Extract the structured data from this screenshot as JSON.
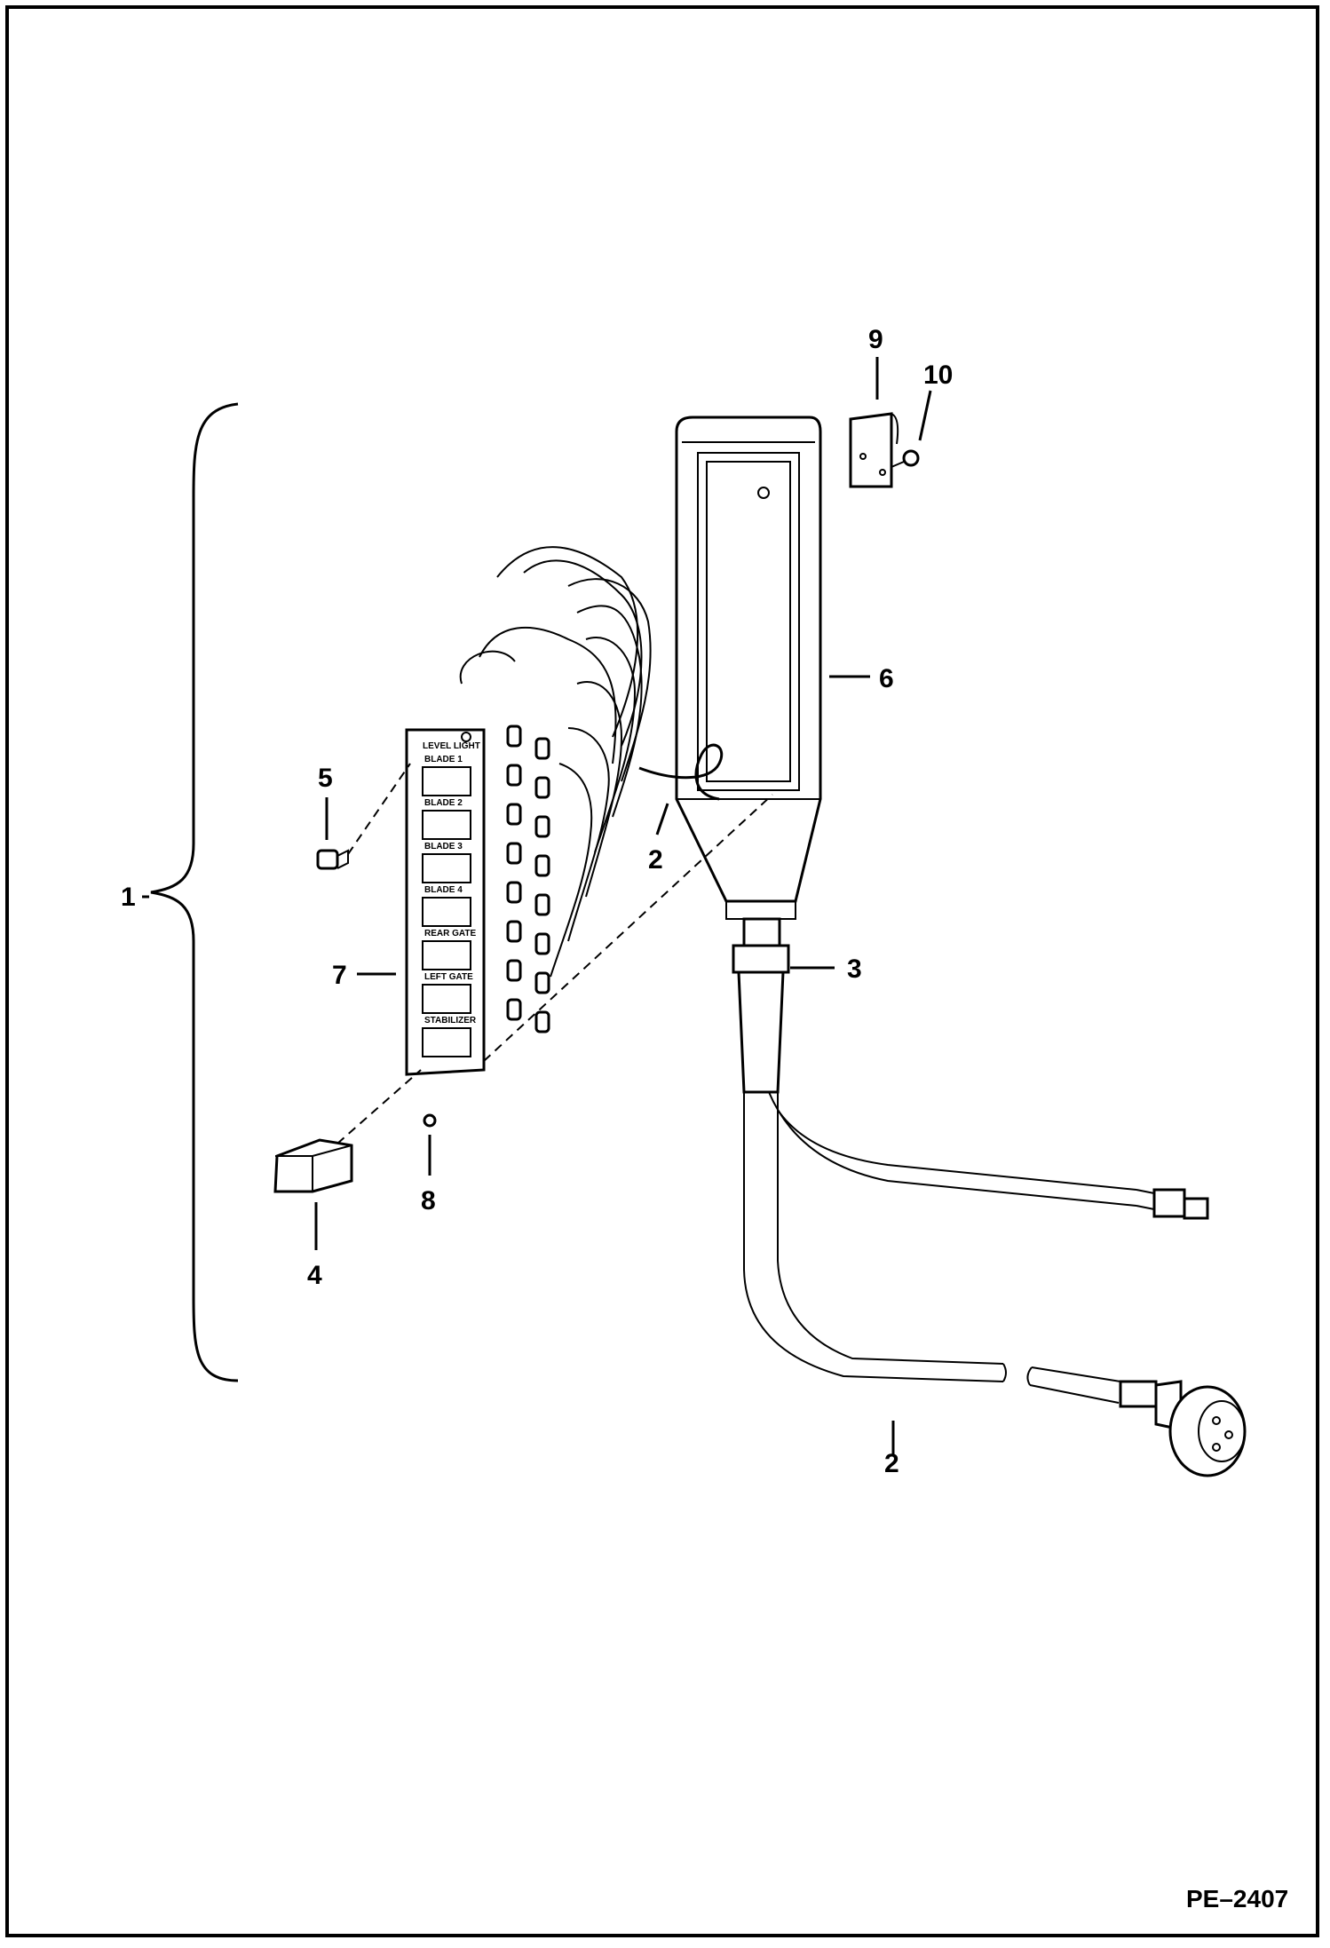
{
  "diagram": {
    "figure_id": "PE–2407",
    "callouts": [
      {
        "id": "c1",
        "label": "1"
      },
      {
        "id": "c2a",
        "label": "2"
      },
      {
        "id": "c2b",
        "label": "2"
      },
      {
        "id": "c3",
        "label": "3"
      },
      {
        "id": "c4",
        "label": "4"
      },
      {
        "id": "c5",
        "label": "5"
      },
      {
        "id": "c6",
        "label": "6"
      },
      {
        "id": "c7",
        "label": "7"
      },
      {
        "id": "c8",
        "label": "8"
      },
      {
        "id": "c9",
        "label": "9"
      },
      {
        "id": "c10",
        "label": "10"
      }
    ],
    "panel_labels": [
      "LEVEL LIGHT",
      "BLADE 1",
      "BLADE 2",
      "BLADE 3",
      "BLADE 4",
      "REAR GATE",
      "LEFT GATE",
      "STABILIZER"
    ]
  }
}
